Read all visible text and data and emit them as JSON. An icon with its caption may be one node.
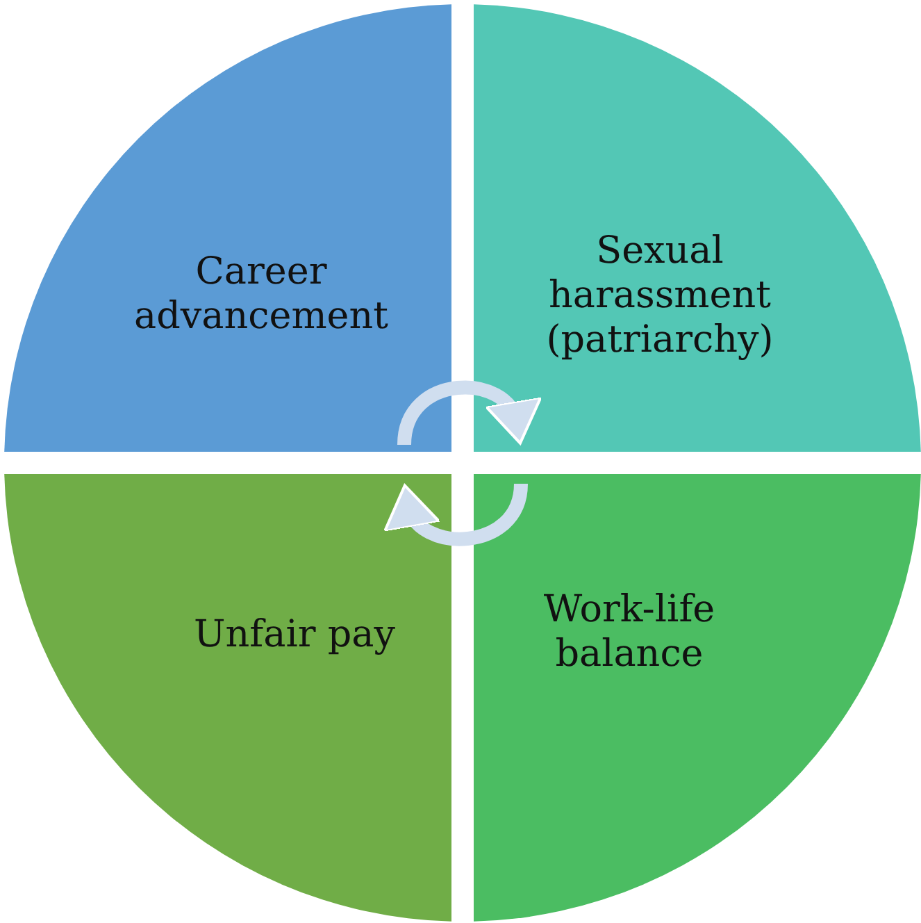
{
  "diagram": {
    "nodes": [
      {
        "text": [
          "Career advancement"
        ]
      },
      {
        "text": [
          "Sexual harassment (patriarchy)"
        ]
      },
      {
        "text": [
          "Unfair pay"
        ]
      },
      {
        "text": [
          "Work-life balance"
        ]
      }
    ],
    "edges": [
      {
        "from": 0,
        "to": 1,
        "arrow": "to"
      },
      {
        "from": 3,
        "to": 2,
        "arrow": "to"
      }
    ]
  }
}
